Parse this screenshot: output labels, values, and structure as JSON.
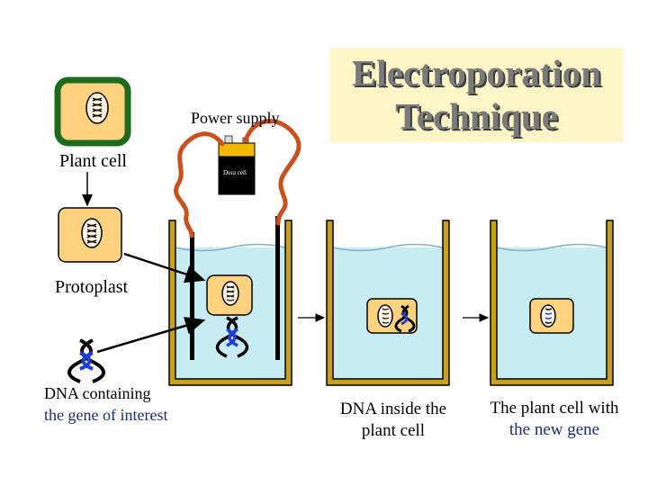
{
  "title": {
    "line1": "Electroporation",
    "line2": "Technique"
  },
  "labels": {
    "plant_cell": "Plant cell",
    "power_supply": "Power supply",
    "battery": "Dura cell",
    "protoplast": "Protoplast",
    "dna_containing": "DNA containing",
    "gene_of_interest": "the gene of interest",
    "dna_inside_line1": "DNA inside the",
    "dna_inside_line2": "plant cell",
    "new_gene_line1": "The plant cell with",
    "new_gene_line2": "the new gene"
  },
  "colors": {
    "cell_fill": "#ffd27f",
    "cell_wall": "#1e6b1e",
    "beaker_wall": "#c8a020",
    "water": "#c7ecf2",
    "wire": "#c8501e",
    "title_box": "#fff6c8",
    "gene_blue": "#1f3fd6"
  }
}
